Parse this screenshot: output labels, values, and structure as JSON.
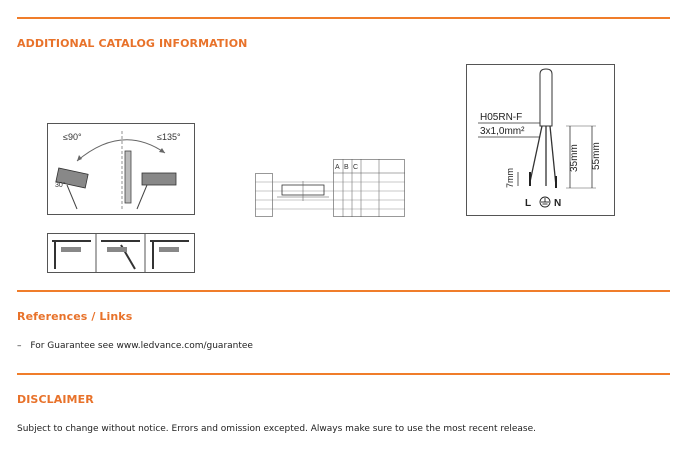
{
  "sections": {
    "catalog": {
      "title": "ADDITIONAL CATALOG INFORMATION"
    },
    "references": {
      "title": "References / Links",
      "items": [
        {
          "bullet": "–",
          "text": "For Guarantee see www.ledvance.com/guarantee"
        }
      ]
    },
    "disclaimer": {
      "title": "DISCLAIMER",
      "text": "Subject to change without notice. Errors and omission excepted. Always make sure to use the most recent release."
    }
  },
  "mounting_figure": {
    "angle_left": "≤90°",
    "angle_right": "≤135°",
    "angle_small": "30°"
  },
  "dimension_table": {
    "col_a": "A",
    "col_b": "B",
    "col_c": "C"
  },
  "cable_figure": {
    "cable_type": "H05RN-F",
    "cable_spec": "3x1,0mm²",
    "dim_short": "7mm",
    "dim_mid": "35mm",
    "dim_long": "55mm",
    "terminal_l": "L",
    "terminal_n": "N"
  }
}
